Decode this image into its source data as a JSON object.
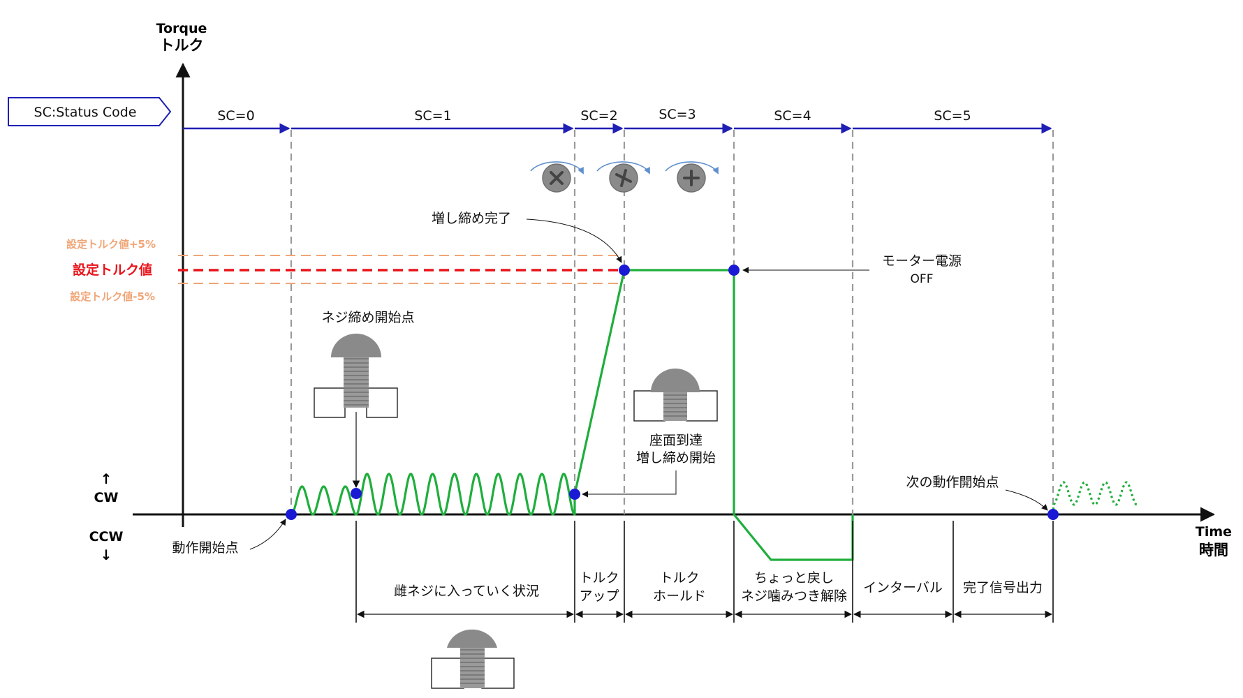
{
  "axis": {
    "y_label_en": "Torque",
    "y_label_ja": "トルク",
    "x_label_en": "Time",
    "x_label_ja": "時間",
    "cw_arrow": "↑",
    "cw_label": "CW",
    "ccw_label": "CCW",
    "ccw_arrow": "↓"
  },
  "legend_box": "SC:Status Code",
  "status_codes": [
    "SC=0",
    "SC=1",
    "SC=2",
    "SC=3",
    "SC=4",
    "SC=5"
  ],
  "torque_levels": {
    "plus5": "設定トルク値+5%",
    "target": "設定トルク値",
    "minus5": "設定トルク値-5%"
  },
  "annotations": {
    "tighten_complete": "増し締め完了",
    "motor_power": "モーター電源",
    "motor_off": "OFF",
    "screw_start": "ネジ締め開始点",
    "seating_1": "座面到達",
    "seating_2": "増し締め開始",
    "next_start": "次の動作開始点",
    "operation_start": "動作開始点"
  },
  "phases": {
    "entering": "雌ネジに入っていく状況",
    "torque_up_1": "トルク",
    "torque_up_2": "アップ",
    "torque_hold_1": "トルク",
    "torque_hold_2": "ホールド",
    "release_1": "ちょっと戻し",
    "release_2": "ネジ噛みつき解除",
    "interval": "インターバル",
    "complete_signal": "完了信号出力"
  },
  "colors": {
    "status_arrow": "#1f1fb4",
    "torque_line": "#1fae3c",
    "target_level": "#e8141a",
    "tolerance_level": "#f0a576",
    "marker": "#1a1ad4",
    "screw": "#8a8a8a"
  }
}
